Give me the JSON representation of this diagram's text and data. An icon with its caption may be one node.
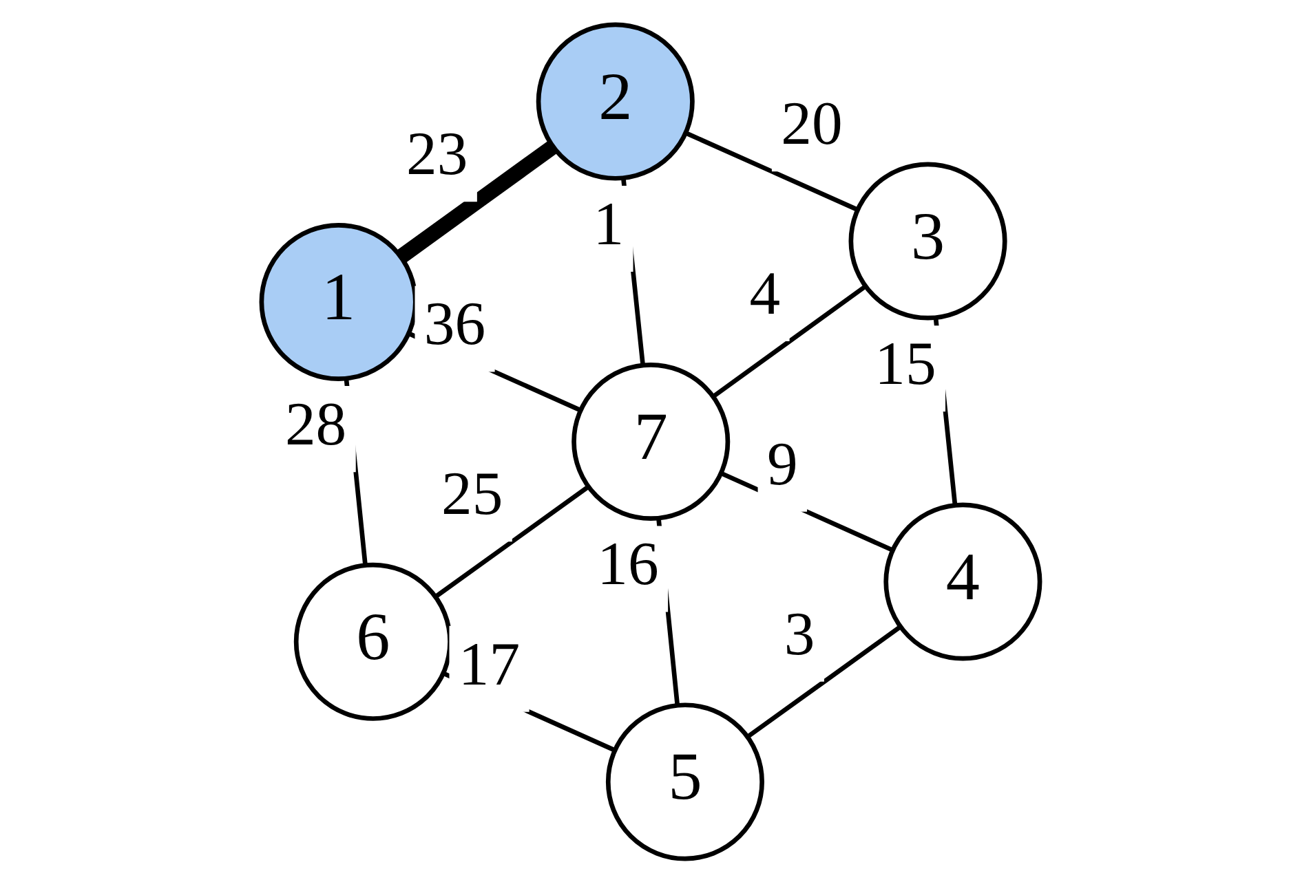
{
  "diagram": {
    "nodes": [
      {
        "text": [
          "2"
        ]
      },
      {
        "text": [
          "3"
        ]
      },
      {
        "text": [
          "1"
        ]
      },
      {
        "text": [
          "7"
        ]
      },
      {
        "text": [
          "4"
        ]
      },
      {
        "text": [
          "6"
        ]
      },
      {
        "text": [
          "5"
        ]
      }
    ],
    "edges": [
      {
        "from": 0,
        "to": 1,
        "arrow": "none",
        "label": "20"
      },
      {
        "from": 2,
        "to": 0,
        "arrow": "none",
        "label": "23",
        "style": "thick"
      },
      {
        "from": 0,
        "to": 3,
        "arrow": "none",
        "label": "1"
      },
      {
        "from": 3,
        "to": 1,
        "arrow": "none",
        "label": "4"
      },
      {
        "from": 1,
        "to": 4,
        "arrow": "none",
        "label": "15"
      },
      {
        "from": 2,
        "to": 3,
        "arrow": "none",
        "label": "36"
      },
      {
        "from": 3,
        "to": 4,
        "arrow": "none",
        "label": "9"
      },
      {
        "from": 2,
        "to": 5,
        "arrow": "none",
        "label": "28"
      },
      {
        "from": 5,
        "to": 3,
        "arrow": "none",
        "label": "25"
      },
      {
        "from": 3,
        "to": 6,
        "arrow": "none",
        "label": "16"
      },
      {
        "from": 6,
        "to": 4,
        "arrow": "none",
        "label": "3"
      },
      {
        "from": 5,
        "to": 6,
        "arrow": "none",
        "label": "17"
      }
    ]
  }
}
